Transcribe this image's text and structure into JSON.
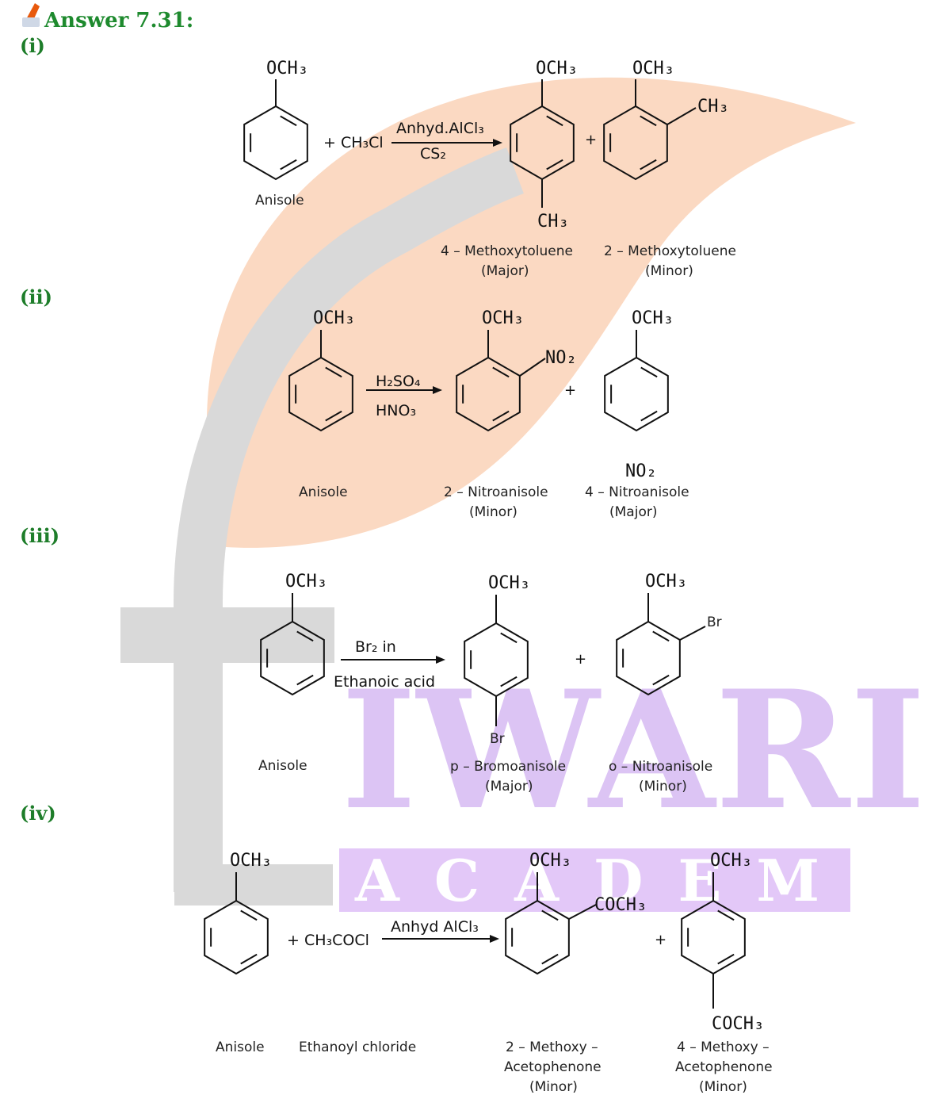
{
  "header": {
    "title": "Answer 7.31:",
    "icon": "pen-icon",
    "accent_color": "#1e8a2e"
  },
  "watermark": {
    "big_text": "IWARI",
    "small_text": "ACADEMY",
    "leaf_color": "#fbd9c2",
    "t_color": "#d9d9d9",
    "band_color": "#e3c8f8"
  },
  "sections": [
    {
      "id": "i",
      "label": "(i)",
      "reactant": "Anisole",
      "reactant_sub": "OCH₃",
      "reagent": "+ CH₃Cl",
      "condition_top": "Anhyd.AlCl₃",
      "condition_bottom": "CS₂",
      "plus": "+",
      "products": [
        {
          "top": "OCH₃",
          "side": "",
          "bottom": "CH₃",
          "name": "4 – Methoxytoluene",
          "note": "(Major)"
        },
        {
          "top": "OCH₃",
          "side": "CH₃",
          "bottom": "",
          "name": "2 – Methoxytoluene",
          "note": "(Minor)"
        }
      ]
    },
    {
      "id": "ii",
      "label": "(ii)",
      "reactant": "Anisole",
      "reactant_sub": "OCH₃",
      "condition_top": "H₂SO₄",
      "condition_bottom": "HNO₃",
      "plus": "+",
      "products": [
        {
          "top": "OCH₃",
          "side": "NO₂",
          "bottom": "",
          "name": "2 – Nitroanisole",
          "note": "(Minor)"
        },
        {
          "top": "OCH₃",
          "side": "",
          "bottom": "NO₂",
          "name": "4 – Nitroanisole",
          "note": "(Major)"
        }
      ]
    },
    {
      "id": "iii",
      "label": "(iii)",
      "reactant": "Anisole",
      "reactant_sub": "OCH₃",
      "condition_top": "Br₂ in",
      "condition_bottom": "Ethanoic acid",
      "plus": "+",
      "products": [
        {
          "top": "OCH₃",
          "side": "",
          "bottom": "Br",
          "name": "p – Bromoanisole",
          "note": "(Major)"
        },
        {
          "top": "OCH₃",
          "side": "Br",
          "bottom": "",
          "name": "o – Nitroanisole",
          "note": "(Minor)"
        }
      ]
    },
    {
      "id": "iv",
      "label": "(iv)",
      "reactant": "Anisole",
      "reactant_sub": "OCH₃",
      "reagent": "+ CH₃COCl",
      "reagent_name": "Ethanoyl chloride",
      "condition_top": "Anhyd AlCl₃",
      "plus": "+",
      "products": [
        {
          "top": "OCH₃",
          "side": "COCH₃",
          "bottom": "",
          "name": "2 – Methoxy –",
          "name2": "Acetophenone",
          "note": "(Minor)"
        },
        {
          "top": "OCH₃",
          "side": "",
          "bottom": "COCH₃",
          "name": "4 – Methoxy –",
          "name2": "Acetophenone",
          "note": "(Minor)"
        }
      ]
    }
  ]
}
